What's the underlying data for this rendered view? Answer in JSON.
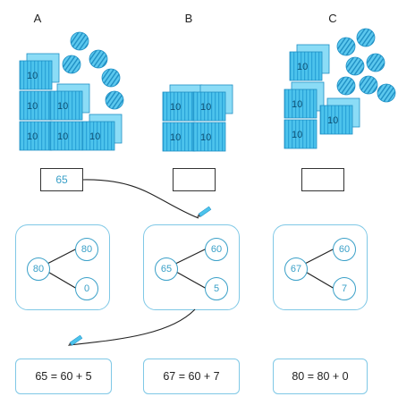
{
  "column_labels": [
    "A",
    "B",
    "C"
  ],
  "cube_label": "10",
  "answer_boxes": [
    "65",
    "",
    ""
  ],
  "bonds": [
    {
      "whole": "80",
      "parts": [
        "80",
        "0"
      ]
    },
    {
      "whole": "65",
      "parts": [
        "60",
        "5"
      ]
    },
    {
      "whole": "67",
      "parts": [
        "60",
        "7"
      ]
    }
  ],
  "equations": [
    "65 = 60 + 5",
    "67 = 60 + 7",
    "80 = 80 + 0"
  ],
  "colors": {
    "cube": "#4cc3ec",
    "cube_dark": "#1f8fc4",
    "ball": "#35b6e6",
    "line": "#3aa0c8"
  }
}
